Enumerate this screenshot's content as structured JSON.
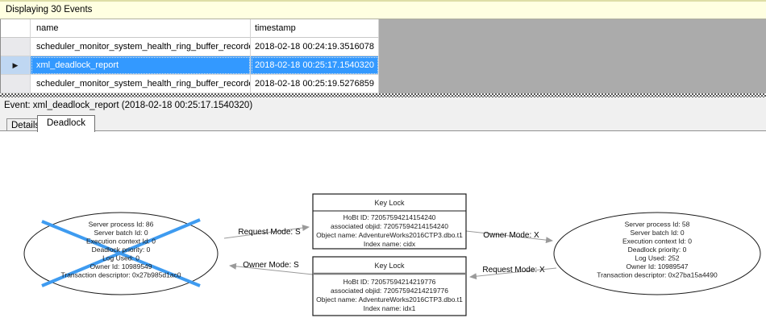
{
  "window": {
    "events_header": "Displaying 30 Events",
    "event_label": "Event: xml_deadlock_report (2018-02-18 00:25:17.1540320)"
  },
  "grid": {
    "columns": {
      "name": "name",
      "timestamp": "timestamp"
    },
    "selected_row_marker": "▶",
    "rows": [
      {
        "name": "scheduler_monitor_system_health_ring_buffer_recorded",
        "timestamp": "2018-02-18 00:24:19.3516078",
        "selected": false
      },
      {
        "name": "xml_deadlock_report",
        "timestamp": "2018-02-18 00:25:17.1540320",
        "selected": true
      },
      {
        "name": "scheduler_monitor_system_health_ring_buffer_recorded",
        "timestamp": "2018-02-18 00:25:19.5276859",
        "selected": false
      }
    ]
  },
  "tabs": {
    "details": "Details",
    "deadlock": "Deadlock"
  },
  "graph": {
    "left_process": {
      "victim": true,
      "lines": [
        "Server process Id: 86",
        "Server batch Id: 0",
        "Execution context Id: 0",
        "Deadlock priority: 0",
        "Log Used: 0",
        "Owner Id: 10989549",
        "Transaction descriptor: 0x27b985d1ac0"
      ]
    },
    "right_process": {
      "victim": false,
      "lines": [
        "Server process Id: 58",
        "Server batch Id: 0",
        "Execution context Id: 0",
        "Deadlock priority: 0",
        "Log Used: 252",
        "Owner Id: 10989547",
        "Transaction descriptor: 0x27ba15a4490"
      ]
    },
    "top_lock": {
      "title": "Key Lock",
      "lines": [
        "HoBt ID: 72057594214154240",
        "associated objid: 72057594214154240",
        "Object name: AdventureWorks2016CTP3.dbo.t1",
        "Index name: cidx"
      ]
    },
    "bottom_lock": {
      "title": "Key Lock",
      "lines": [
        "HoBt ID: 72057594214219776",
        "associated objid: 72057594214219776",
        "Object name: AdventureWorks2016CTP3.dbo.t1",
        "Index name: idx1"
      ]
    },
    "edges": {
      "request_s": "Request Mode: S",
      "owner_s": "Owner Mode: S",
      "owner_x": "Owner Mode: X",
      "request_x": "Request Mode: X"
    }
  },
  "colors": {
    "selection": "#3399FF",
    "victim_cross": "#3E9BF0",
    "edge_line": "#9A9A9A",
    "events_header_bg": "#FFFFE1",
    "empty_area_bg": "#ABABAB"
  }
}
